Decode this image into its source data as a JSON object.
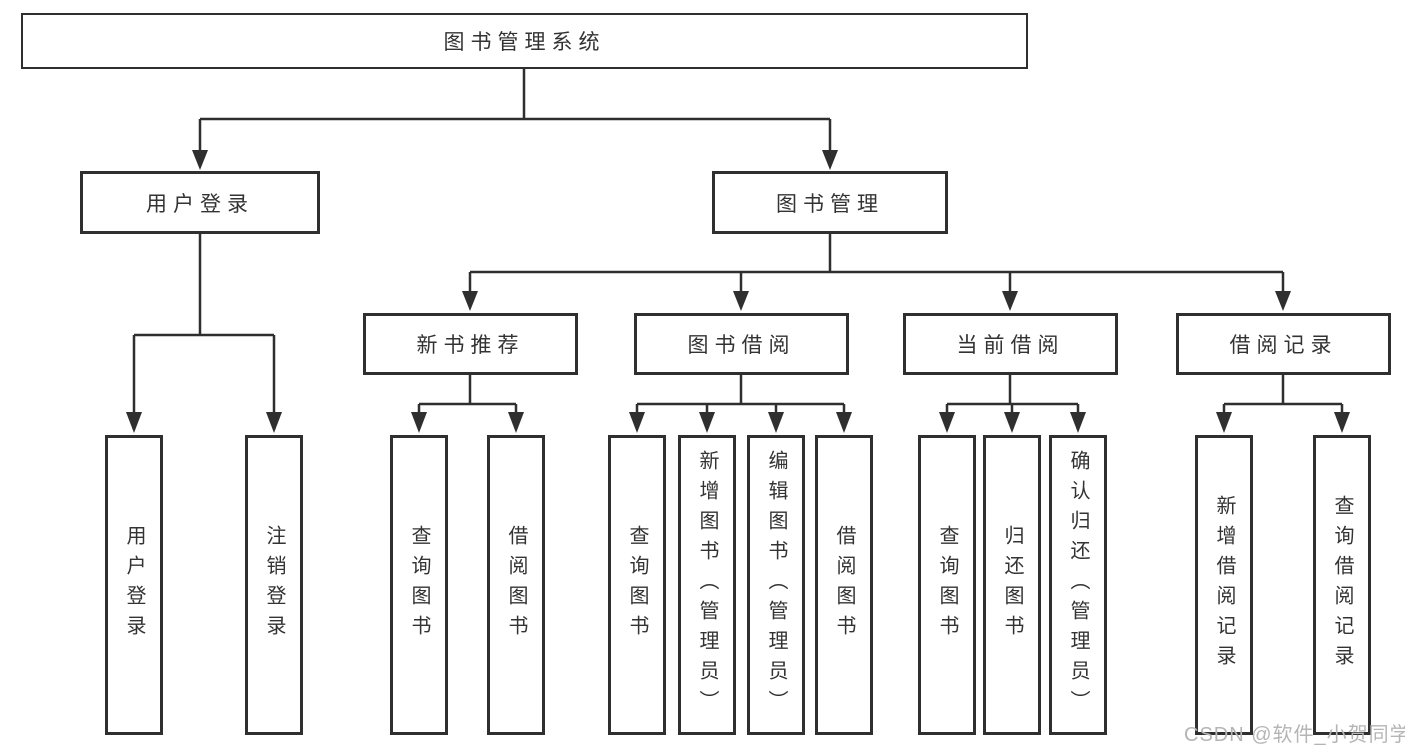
{
  "diagram": {
    "root": {
      "label": "图书管理系统"
    },
    "user_login": {
      "label": "用户登录",
      "children": [
        {
          "label": "用户登录"
        },
        {
          "label": "注销登录"
        }
      ]
    },
    "book_mgmt": {
      "label": "图书管理",
      "sections": [
        {
          "label": "新书推荐",
          "children": [
            {
              "label": "查询图书"
            },
            {
              "label": "借阅图书"
            }
          ]
        },
        {
          "label": "图书借阅",
          "children": [
            {
              "label": "查询图书"
            },
            {
              "label": "新增图书（管理员）"
            },
            {
              "label": "编辑图书（管理员）"
            },
            {
              "label": "借阅图书"
            }
          ]
        },
        {
          "label": "当前借阅",
          "children": [
            {
              "label": "查询图书"
            },
            {
              "label": "归还图书"
            },
            {
              "label": "确认归还（管理员）"
            }
          ]
        },
        {
          "label": "借阅记录",
          "children": [
            {
              "label": "新增借阅记录"
            },
            {
              "label": "查询借阅记录"
            }
          ]
        }
      ]
    }
  },
  "watermark": {
    "text": "CSDN @软件_小贺同学"
  },
  "colors": {
    "line": "#2f2f2f",
    "text": "#333333",
    "background": "#ffffff",
    "watermark": "#b5b5b5"
  }
}
